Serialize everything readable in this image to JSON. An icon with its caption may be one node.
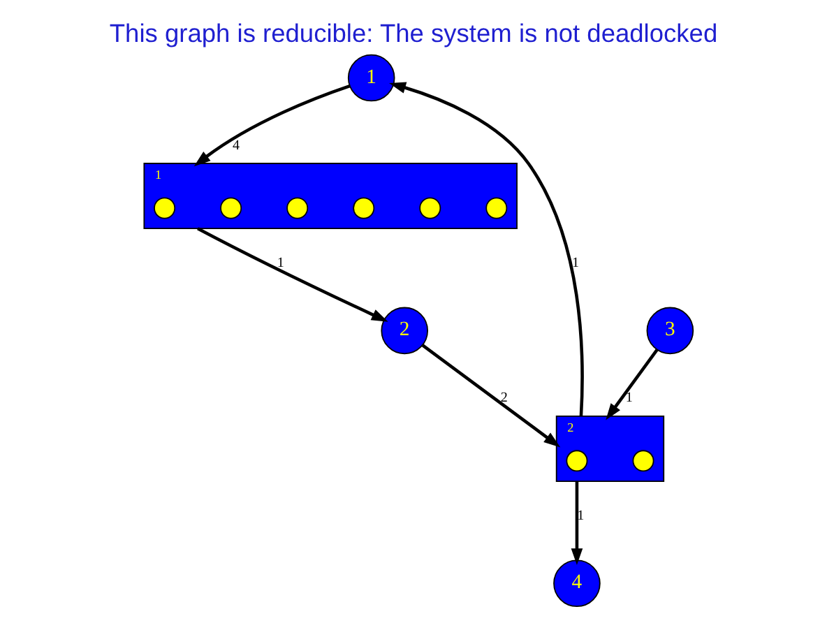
{
  "diagram": {
    "title": "This graph is reducible: The system is not deadlocked",
    "nodes": [
      {
        "text": [
          "1"
        ]
      },
      {
        "text": [
          "2"
        ]
      },
      {
        "text": [
          "3"
        ]
      },
      {
        "text": [
          "1"
        ]
      },
      {
        "text": [],
        "shape": "circle",
        "in": 3
      },
      {
        "text": [],
        "shape": "circle",
        "in": 3
      },
      {
        "text": [],
        "shape": "circle",
        "in": 3
      },
      {
        "text": [],
        "shape": "circle",
        "in": 3
      },
      {
        "text": [],
        "shape": "circle",
        "in": 3
      },
      {
        "text": [],
        "shape": "circle",
        "in": 3
      },
      {
        "text": [
          "2"
        ]
      },
      {
        "text": [],
        "shape": "circle",
        "in": 10
      },
      {
        "text": [],
        "shape": "circle",
        "in": 10
      },
      {
        "text": [
          "4"
        ]
      }
    ],
    "edges": [
      {
        "from": 0,
        "to": 3,
        "arrow": "to",
        "label": "4"
      },
      {
        "from": 10,
        "to": 0,
        "arrow": "to",
        "label": "1"
      },
      {
        "from": 3,
        "to": 1,
        "arrow": "to",
        "label": "1"
      },
      {
        "from": 1,
        "to": 10,
        "arrow": "to",
        "label": "2"
      },
      {
        "from": 2,
        "to": 10,
        "arrow": "to",
        "label": "1"
      },
      {
        "from": 10,
        "to": 13,
        "arrow": "to",
        "label": "1"
      }
    ]
  }
}
